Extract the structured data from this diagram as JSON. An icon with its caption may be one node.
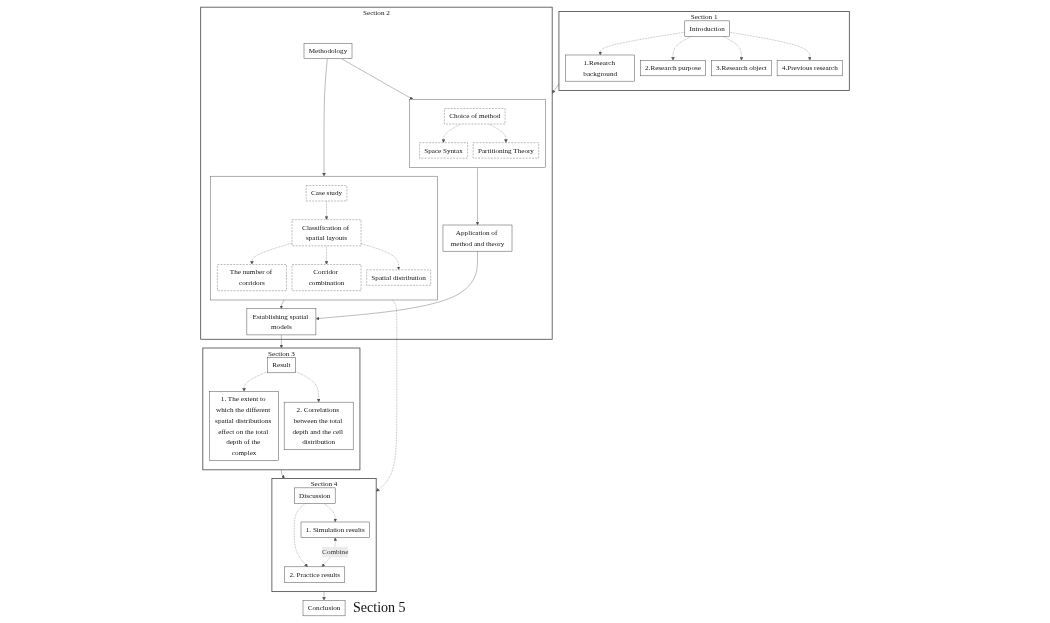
{
  "diagram": {
    "nodes": [
      {
        "text": [
          "Section 1"
        ]
      },
      {
        "text": [
          "Introduction"
        ],
        "in": 0
      },
      {
        "text": [
          "1.Research background"
        ],
        "in": 0
      },
      {
        "text": [
          "2.Research purpose"
        ],
        "in": 0
      },
      {
        "text": [
          "3.Research object"
        ],
        "in": 0
      },
      {
        "text": [
          "4.Previous research"
        ],
        "in": 0
      },
      {
        "text": [
          "Section 2"
        ]
      },
      {
        "text": [
          "Methodology"
        ],
        "in": 6
      },
      {
        "text": [],
        "shape": "box",
        "in": 6
      },
      {
        "text": [
          "Case study"
        ],
        "in": 8
      },
      {
        "text": [
          "Classification of spatial layouts"
        ],
        "in": 8
      },
      {
        "text": [
          "The number of corridors"
        ],
        "in": 8
      },
      {
        "text": [
          "Corridor combination"
        ],
        "in": 8
      },
      {
        "text": [
          "Spatial distribution"
        ],
        "in": 8
      },
      {
        "text": [],
        "shape": "box",
        "in": 6
      },
      {
        "text": [
          "Choice of method"
        ],
        "in": 14
      },
      {
        "text": [
          "Space Syntax"
        ],
        "in": 14
      },
      {
        "text": [
          "Partitioning Theory"
        ],
        "in": 14
      },
      {
        "text": [
          "Establishing spatial models"
        ],
        "in": 6
      },
      {
        "text": [
          "Application of method and theory"
        ],
        "in": 6
      },
      {
        "text": [
          "Section 3"
        ]
      },
      {
        "text": [
          "Result"
        ],
        "in": 20
      },
      {
        "text": [
          "1. The extent to which the different spatial distributions effect on the total depth of the complex"
        ],
        "in": 20
      },
      {
        "text": [
          "2. Correlations between the total depth and the cell distribution"
        ],
        "in": 20
      },
      {
        "text": [
          "Section 4"
        ]
      },
      {
        "text": [
          "Discussion"
        ],
        "in": 24
      },
      {
        "text": [
          "1. Simulation results"
        ],
        "in": 24
      },
      {
        "text": [
          "2. Practice results"
        ],
        "in": 24
      },
      {
        "text": [
          "Conclusion"
        ],
        "beside": [
          "Section 5"
        ]
      }
    ],
    "edges": [
      {
        "from": 1,
        "to": 2,
        "arrow": "to",
        "style": "dashed"
      },
      {
        "from": 1,
        "to": 3,
        "arrow": "to",
        "style": "dashed"
      },
      {
        "from": 1,
        "to": 4,
        "arrow": "to",
        "style": "dashed"
      },
      {
        "from": 1,
        "to": 5,
        "arrow": "to",
        "style": "dashed"
      },
      {
        "from": 0,
        "to": 6,
        "arrow": "to"
      },
      {
        "from": 7,
        "to": 8,
        "arrow": "to"
      },
      {
        "from": 7,
        "to": 14,
        "arrow": "to"
      },
      {
        "from": 9,
        "to": 10,
        "arrow": "to",
        "style": "dashed"
      },
      {
        "from": 10,
        "to": 11,
        "arrow": "to",
        "style": "dashed"
      },
      {
        "from": 10,
        "to": 12,
        "arrow": "to",
        "style": "dashed"
      },
      {
        "from": 10,
        "to": 13,
        "arrow": "to",
        "style": "dashed"
      },
      {
        "from": 15,
        "to": 16,
        "arrow": "to",
        "style": "dashed"
      },
      {
        "from": 15,
        "to": 17,
        "arrow": "to",
        "style": "dashed"
      },
      {
        "from": 8,
        "to": 18,
        "arrow": "to"
      },
      {
        "from": 14,
        "to": 19,
        "arrow": "to"
      },
      {
        "from": 19,
        "to": 18,
        "arrow": "to"
      },
      {
        "from": 18,
        "to": 20,
        "arrow": "to"
      },
      {
        "from": 21,
        "to": 22,
        "arrow": "to",
        "style": "dashed"
      },
      {
        "from": 21,
        "to": 23,
        "arrow": "to",
        "style": "dashed"
      },
      {
        "from": 8,
        "to": 24,
        "arrow": "to",
        "style": "dashed"
      },
      {
        "from": 20,
        "to": 24,
        "arrow": "to"
      },
      {
        "from": 25,
        "to": 26,
        "arrow": "to",
        "style": "dashed"
      },
      {
        "from": 25,
        "to": 27,
        "arrow": "to",
        "style": "dashed"
      },
      {
        "from": 26,
        "to": 27,
        "arrow": "both",
        "style": "dashed",
        "label": "Combine"
      },
      {
        "from": 24,
        "to": 28,
        "arrow": "to"
      }
    ]
  }
}
